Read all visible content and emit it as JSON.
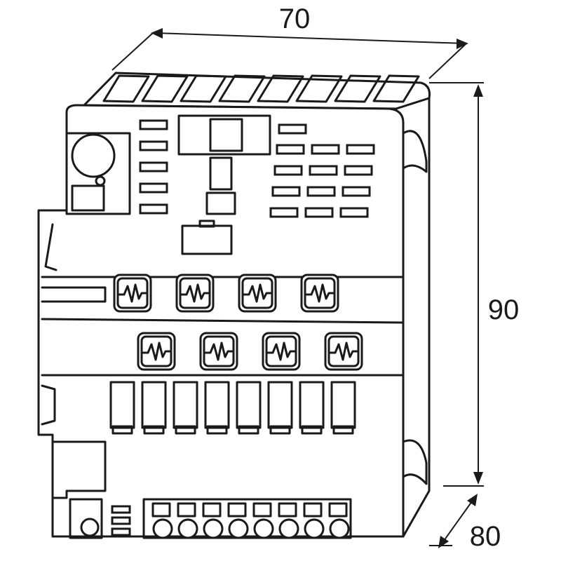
{
  "dimensions": {
    "width": "70",
    "height": "90",
    "depth": "80"
  },
  "colors": {
    "line": "#1a1a1a",
    "background": "#ffffff"
  },
  "components": {
    "top_vents": 8,
    "fuse_modules_row1": 4,
    "fuse_modules_row2": 4,
    "relay_slots": 8,
    "bottom_terminals": 9
  }
}
